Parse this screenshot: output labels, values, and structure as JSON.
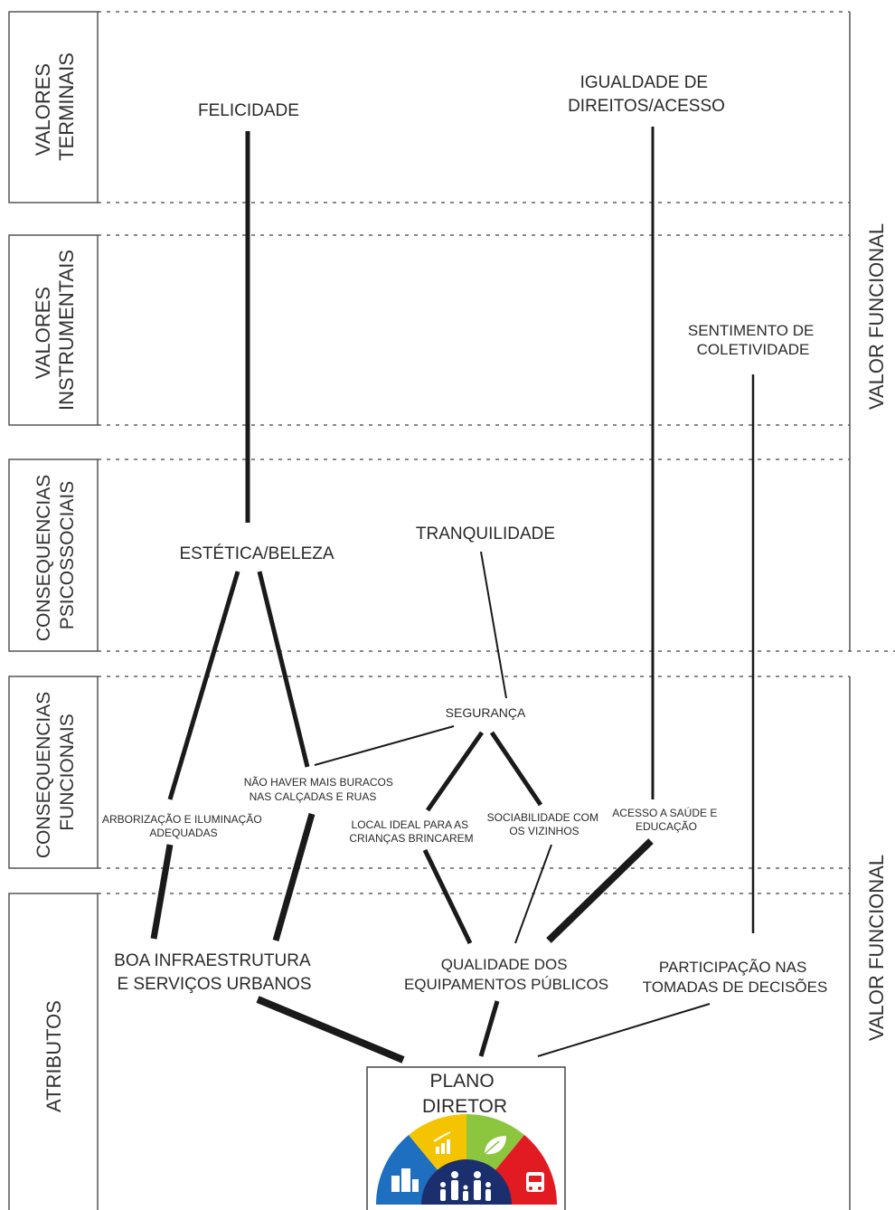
{
  "bands": [
    {
      "id": "terminal",
      "lines": [
        "VALORES",
        "TERMINAIS"
      ]
    },
    {
      "id": "instrumental",
      "lines": [
        "VALORES",
        "INSTRUMENTAIS"
      ]
    },
    {
      "id": "psychosocial",
      "lines": [
        "CONSEQUENCIAS",
        "PSICOSSOCIAIS"
      ]
    },
    {
      "id": "functional",
      "lines": [
        "CONSEQUENCIAS",
        "FUNCIONAIS"
      ]
    },
    {
      "id": "attributes",
      "lines": [
        "ATRIBUTOS"
      ]
    }
  ],
  "right_labels": {
    "upper": "VALOR FUNCIONAL",
    "lower": "VALOR FUNCIONAL"
  },
  "nodes": {
    "felicidade": [
      "FELICIDADE"
    ],
    "igualdade": [
      "IGUALDADE DE",
      "DIREITOS/ACESSO"
    ],
    "coletividade": [
      "SENTIMENTO DE",
      "COLETIVIDADE"
    ],
    "estetica": [
      "ESTÉTICA/BELEZA"
    ],
    "tranquilidade": [
      "TRANQUILIDADE"
    ],
    "seguranca": [
      "SEGURANÇA"
    ],
    "buracos": [
      "NÃO HAVER MAIS BURACOS",
      "NAS CALÇADAS E RUAS"
    ],
    "arborizacao": [
      "ARBORIZAÇÃO E ILUMINAÇÃO",
      "ADEQUADAS"
    ],
    "local_ideal": [
      "LOCAL IDEAL PARA AS",
      "CRIANÇAS BRINCAREM"
    ],
    "sociabilidade": [
      "SOCIABILIDADE COM",
      "OS VIZINHOS"
    ],
    "saude": [
      "ACESSO A SAÚDE E",
      "EDUCAÇÃO"
    ],
    "infraestrutura": [
      "BOA INFRAESTRUTURA",
      "E SERVIÇOS URBANOS"
    ],
    "qualidade": [
      "QUALIDADE DOS",
      "EQUIPAMENTOS PÚBLICOS"
    ],
    "participacao": [
      "PARTICIPAÇÃO NAS",
      "TOMADAS DE DECISÕES"
    ]
  },
  "root": {
    "lines": [
      "PLANO",
      "DIRETOR"
    ],
    "logo": {
      "icon_names": [
        "buildings-icon",
        "growth-chart-icon",
        "leaf-icon",
        "bus-icon",
        "family-icon"
      ],
      "colors": {
        "blue": "#1f6fc0",
        "yellow": "#f5c400",
        "green": "#8cc63f",
        "red": "#e21b23",
        "navy": "#1b2f6e"
      }
    }
  },
  "colors": {
    "line": "#1a1a1a",
    "dashed": "#888888",
    "frame": "#555555"
  }
}
